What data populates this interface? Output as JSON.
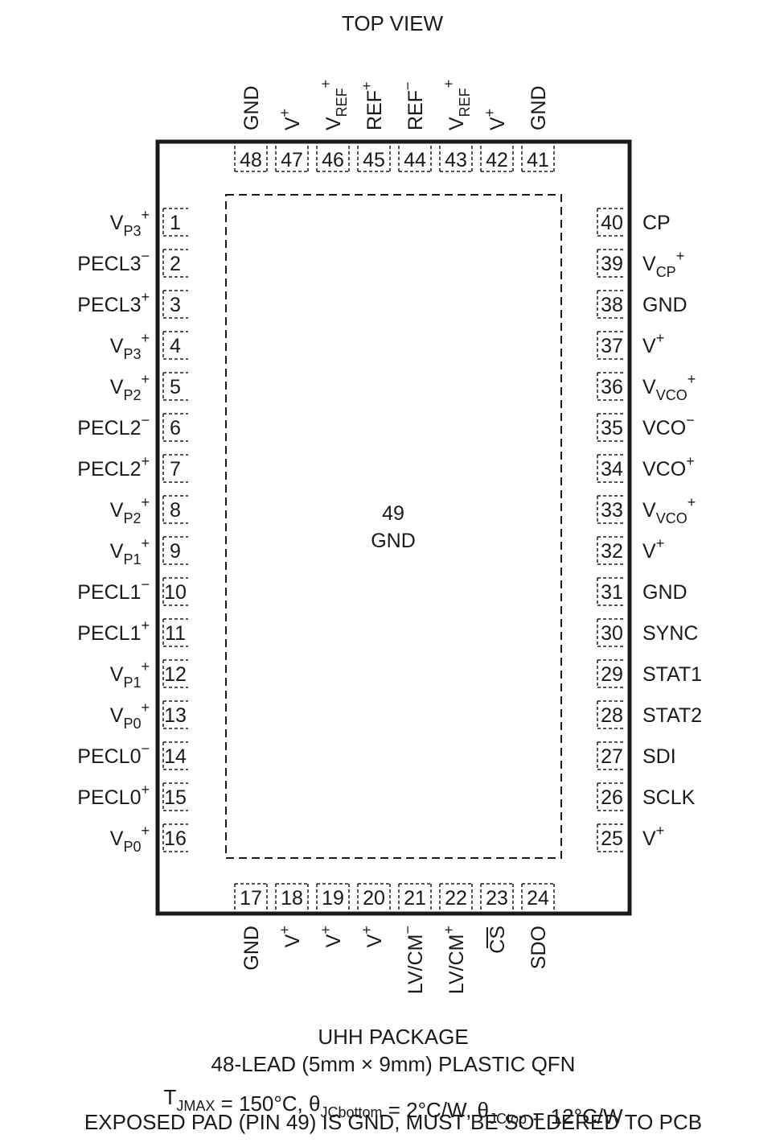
{
  "view_title": "TOP VIEW",
  "exposed_pad": {
    "number": "49",
    "name": "GND"
  },
  "package": {
    "name": "UHH PACKAGE",
    "description": "48-LEAD (5mm × 9mm) PLASTIC QFN",
    "thermal": "TJMAX = 150°C, θJCbottom = 2°C/W, θJCtop = 12°C/W",
    "note": "EXPOSED PAD (PIN 49) IS GND, MUST BE SOLDERED TO PCB"
  },
  "pins_left": [
    {
      "num": "1",
      "label": "VP3+"
    },
    {
      "num": "2",
      "label": "PECL3−"
    },
    {
      "num": "3",
      "label": "PECL3+"
    },
    {
      "num": "4",
      "label": "VP3+"
    },
    {
      "num": "5",
      "label": "VP2+"
    },
    {
      "num": "6",
      "label": "PECL2−"
    },
    {
      "num": "7",
      "label": "PECL2+"
    },
    {
      "num": "8",
      "label": "VP2+"
    },
    {
      "num": "9",
      "label": "VP1+"
    },
    {
      "num": "10",
      "label": "PECL1−"
    },
    {
      "num": "11",
      "label": "PECL1+"
    },
    {
      "num": "12",
      "label": "VP1+"
    },
    {
      "num": "13",
      "label": "VP0+"
    },
    {
      "num": "14",
      "label": "PECL0−"
    },
    {
      "num": "15",
      "label": "PECL0+"
    },
    {
      "num": "16",
      "label": "VP0+"
    }
  ],
  "pins_right": [
    {
      "num": "40",
      "label": "CP"
    },
    {
      "num": "39",
      "label": "VCP+"
    },
    {
      "num": "38",
      "label": "GND"
    },
    {
      "num": "37",
      "label": "V+"
    },
    {
      "num": "36",
      "label": "VVCO+"
    },
    {
      "num": "35",
      "label": "VCO−"
    },
    {
      "num": "34",
      "label": "VCO+"
    },
    {
      "num": "33",
      "label": "VVCO+"
    },
    {
      "num": "32",
      "label": "V+"
    },
    {
      "num": "31",
      "label": "GND"
    },
    {
      "num": "30",
      "label": "SYNC"
    },
    {
      "num": "29",
      "label": "STAT1"
    },
    {
      "num": "28",
      "label": "STAT2"
    },
    {
      "num": "27",
      "label": "SDI"
    },
    {
      "num": "26",
      "label": "SCLK"
    },
    {
      "num": "25",
      "label": "V+"
    }
  ],
  "pins_top": [
    {
      "num": "48",
      "label": "GND"
    },
    {
      "num": "47",
      "label": "V+"
    },
    {
      "num": "46",
      "label": "VREF+"
    },
    {
      "num": "45",
      "label": "REF+"
    },
    {
      "num": "44",
      "label": "REF−"
    },
    {
      "num": "43",
      "label": "VREF+"
    },
    {
      "num": "42",
      "label": "V+"
    },
    {
      "num": "41",
      "label": "GND"
    }
  ],
  "pins_bottom": [
    {
      "num": "17",
      "label": "GND"
    },
    {
      "num": "18",
      "label": "V+"
    },
    {
      "num": "19",
      "label": "V+"
    },
    {
      "num": "20",
      "label": "V+"
    },
    {
      "num": "21",
      "label": "LV/CM−"
    },
    {
      "num": "22",
      "label": "LV/CM+"
    },
    {
      "num": "23",
      "label": "CS"
    },
    {
      "num": "24",
      "label": "SDO"
    }
  ]
}
